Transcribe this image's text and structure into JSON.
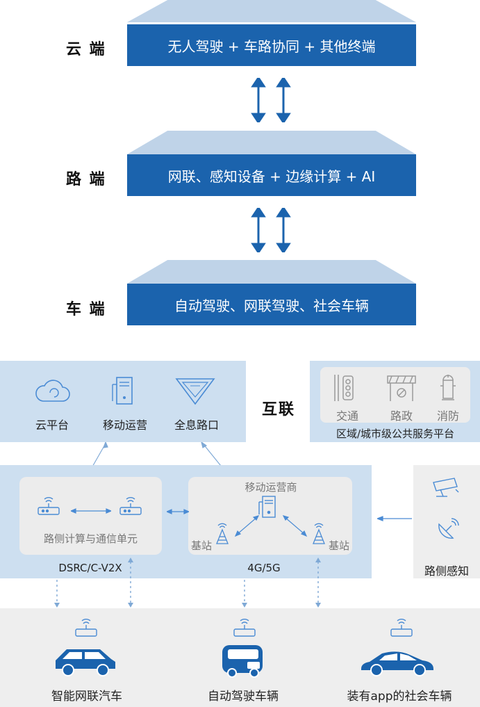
{
  "tiers": [
    {
      "label": "云 端",
      "content": "无人驾驶 + 车路协同 + 其他终端"
    },
    {
      "label": "路 端",
      "content": "网联、感知设备 + 边缘计算 + AI"
    },
    {
      "label": "车 端",
      "content": "自动驾驶、网联驾驶、社会车辆"
    }
  ],
  "interconnect": "互联",
  "cloud_panel": {
    "items": [
      "云平台",
      "移动运营",
      "全息路口"
    ]
  },
  "public_platform": {
    "items": [
      "交通",
      "路政",
      "消防"
    ],
    "caption": "区域/城市级公共服务平台"
  },
  "rsu": {
    "caption": "路侧计算与通信单元",
    "bottom_label": "DSRC/C-V2X"
  },
  "mobile": {
    "title": "移动运营商",
    "base_left": "基站",
    "base_right": "基站",
    "bottom_label": "4G/5G"
  },
  "roadside_sensing": "路侧感知",
  "vehicles": [
    "智能网联汽车",
    "自动驾驶车辆",
    "装有app的社会车辆"
  ],
  "colors": {
    "tier_box": "#1b63ad",
    "tier_top": "#bfd3e8",
    "panel": "#cddff0",
    "inner": "#ececec",
    "arrow": "#1b63ad",
    "icon_blue": "#4a8bd4"
  }
}
